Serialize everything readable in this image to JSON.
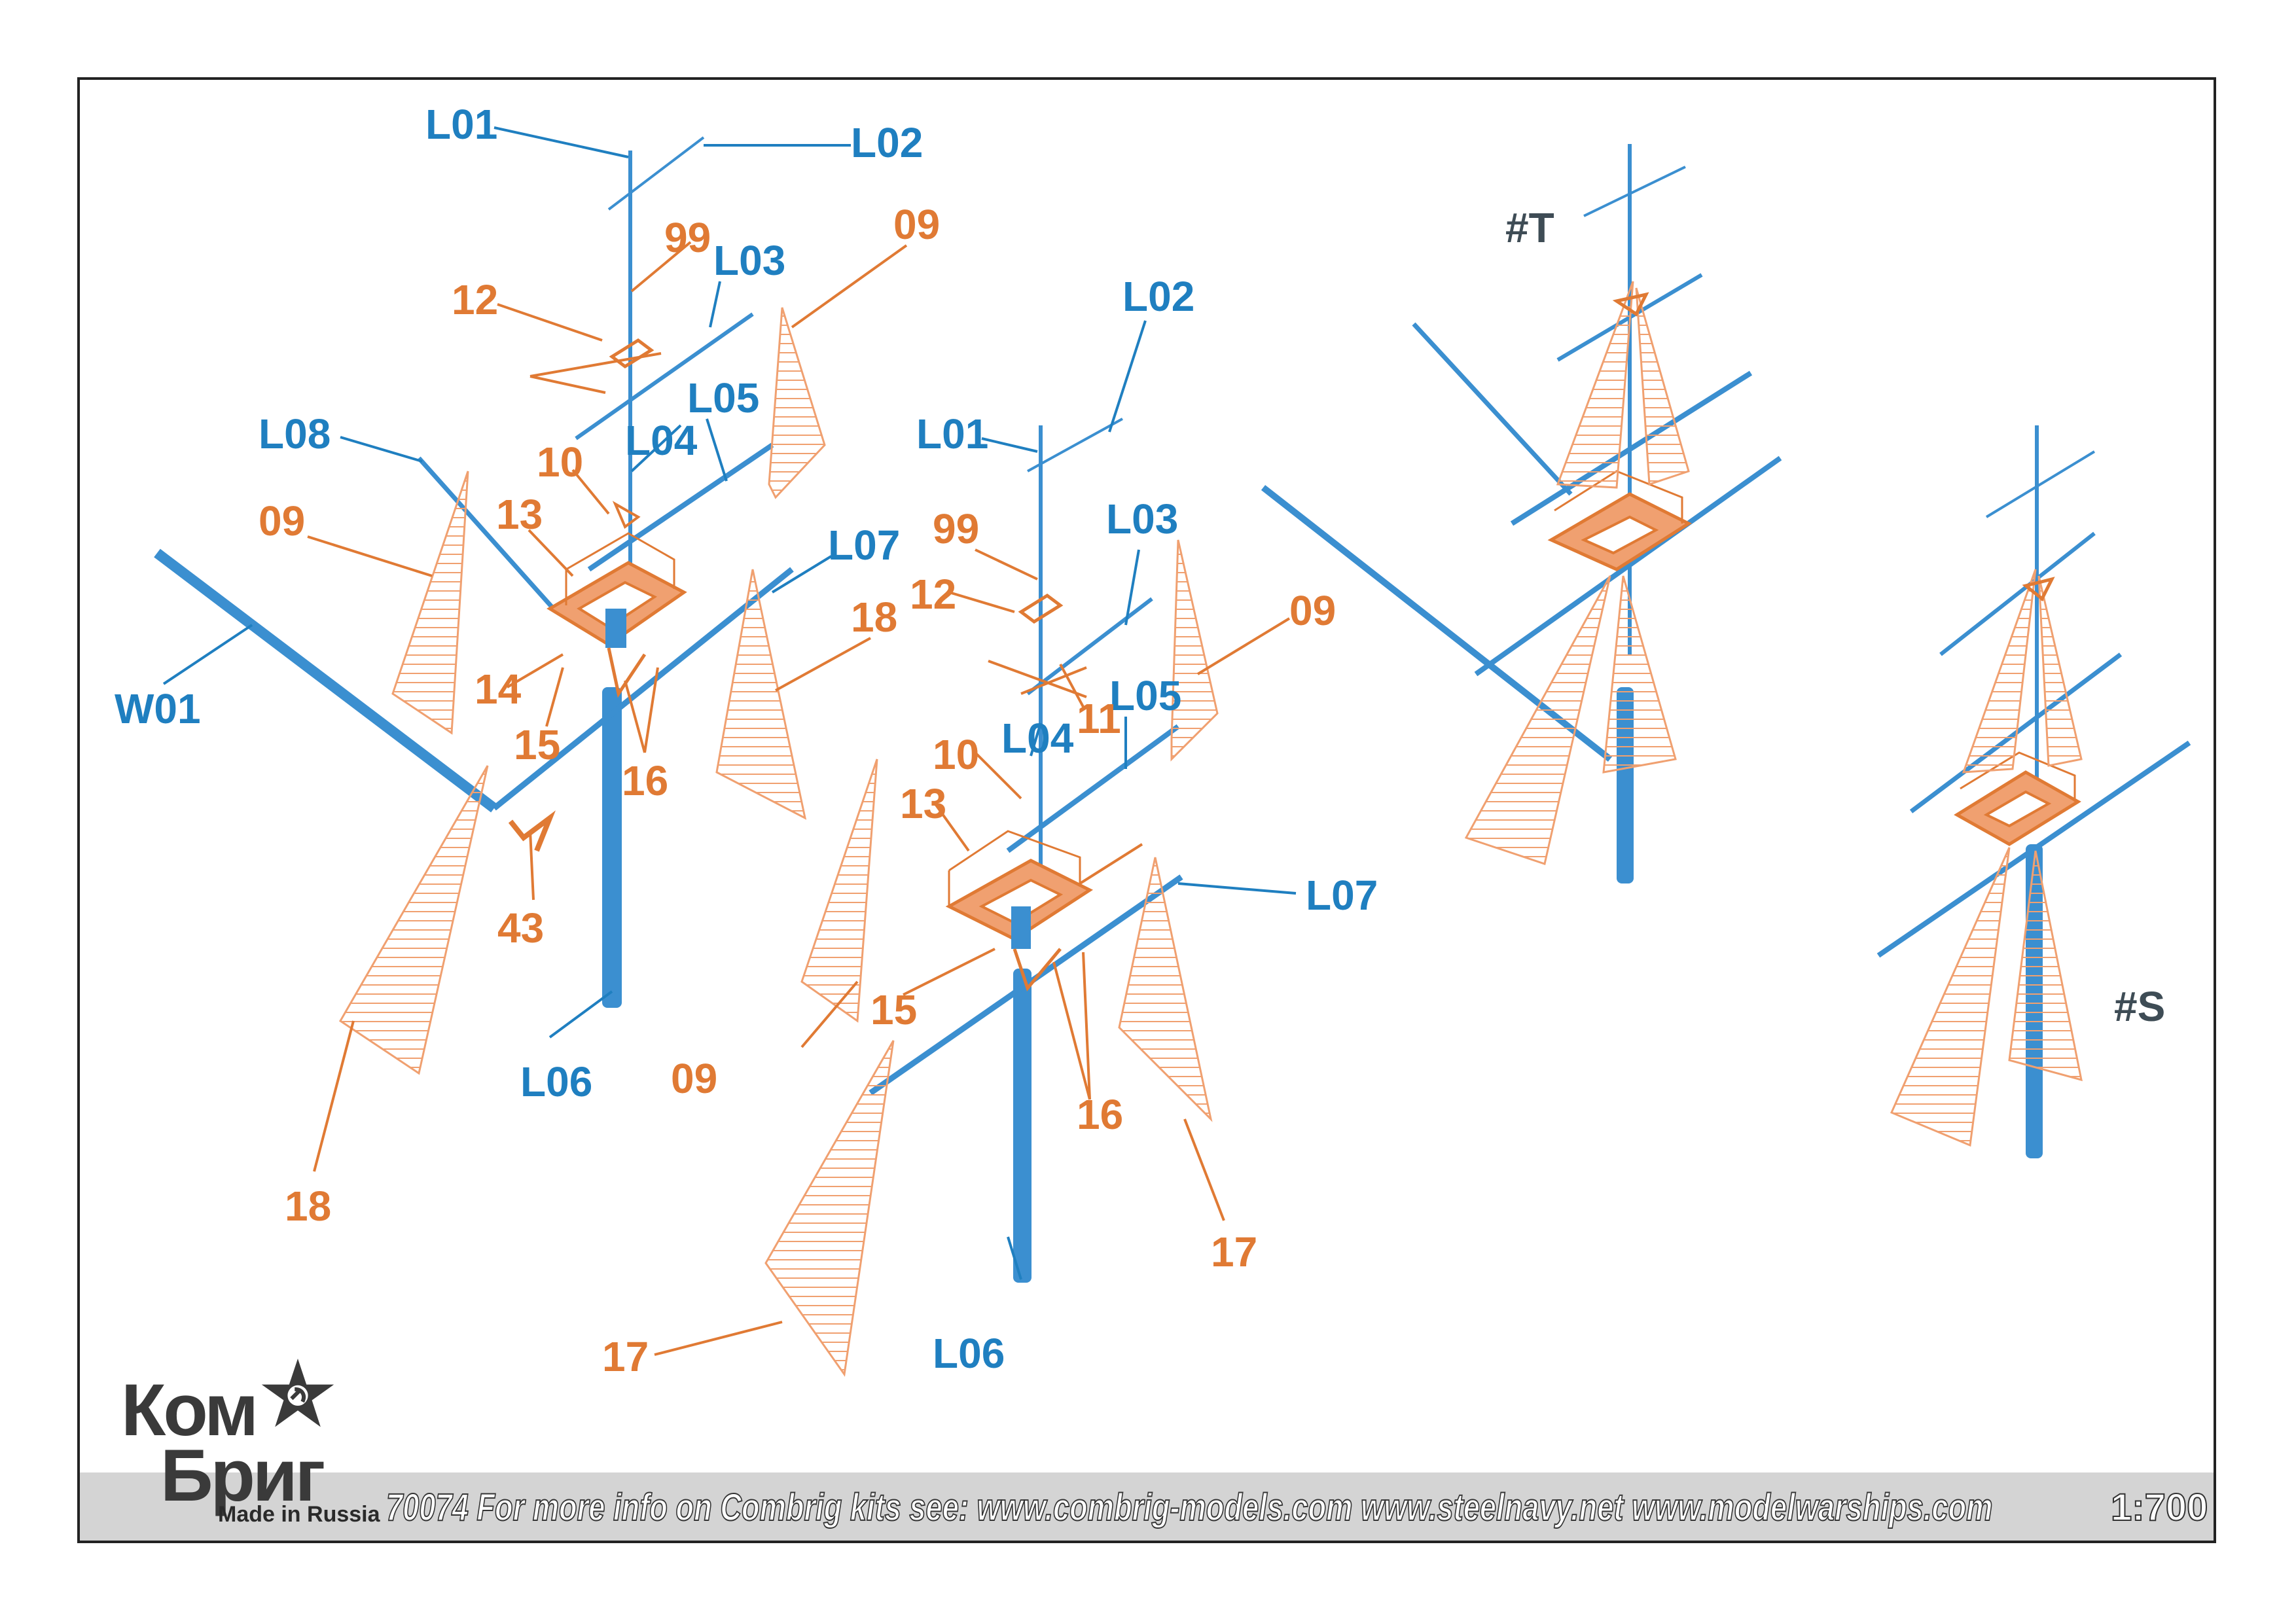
{
  "labels": {
    "left_mast": {
      "L01": "L01",
      "L02": "L02",
      "L03": "L03",
      "L04": "L04",
      "L05": "L05",
      "L06": "L06",
      "L07": "L07",
      "L08": "L08",
      "W01": "W01",
      "p99": "99",
      "p12": "12",
      "p09a": "09",
      "p09b": "09",
      "p10": "10",
      "p13": "13",
      "p14": "14",
      "p15": "15",
      "p16": "16",
      "p18a": "18",
      "p18b": "18",
      "p43": "43"
    },
    "center_mast": {
      "L01": "L01",
      "L02": "L02",
      "L03": "L03",
      "L04": "L04",
      "L05": "L05",
      "L06": "L06",
      "L07": "L07",
      "p99": "99",
      "p12": "12",
      "p11": "11",
      "p09a": "09",
      "p09b": "09",
      "p10": "10",
      "p13": "13",
      "p15": "15",
      "p16": "16",
      "p17a": "17",
      "p17b": "17"
    },
    "variants": {
      "T": "#T",
      "S": "#S"
    }
  },
  "footer": {
    "text": "70074 For more info on Combrig kits see: www.combrig-models.com www.steelnavy.net www.modelwarships.com",
    "scale": "1:700"
  },
  "logo": {
    "top": "Ком",
    "bottom": "Бриг",
    "tagline": "Made in Russia"
  },
  "colors": {
    "blue": "#3b8fd0",
    "orange": "#f0a070",
    "label_blue": "#1f7fc0",
    "label_orange": "#e07a34",
    "label_gray": "#3e4c55"
  }
}
